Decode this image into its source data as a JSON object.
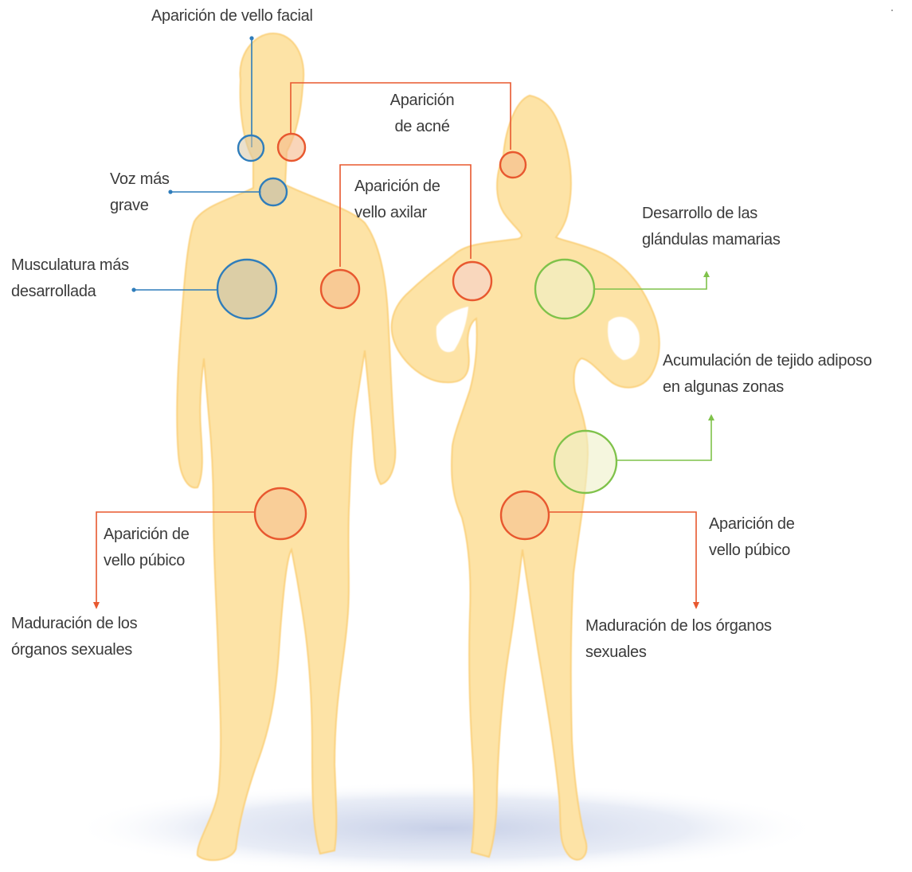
{
  "colors": {
    "background": "#ffffff",
    "silhouette": "#fde3a6",
    "silhouette_edge": "#fbd27f",
    "floor_shadow": "#c9d2e8",
    "male_marker": "#2f7dbb",
    "acne_hair_marker": "#e8582f",
    "female_marker": "#7fc24a",
    "text": "#3b3b3b"
  },
  "figures": {
    "male": "male-silhouette",
    "female": "female-silhouette"
  },
  "labels": {
    "facial_hair": "Aparición de vello facial",
    "acne": [
      "Aparición",
      "de acné"
    ],
    "deeper_voice": [
      "Voz más",
      "grave"
    ],
    "axillary_hair": [
      "Aparición de",
      "vello axilar"
    ],
    "muscles": [
      "Musculatura más",
      "desarrollada"
    ],
    "mammary": [
      "Desarrollo de las",
      "glándulas mamarias"
    ],
    "adipose": [
      "Acumulación de tejido adiposo",
      "en algunas zonas"
    ],
    "pubic_hair_male": [
      "Aparición de",
      "vello púbico"
    ],
    "organs_male": [
      "Maduración de los",
      "órganos sexuales"
    ],
    "pubic_hair_female": [
      "Aparición de",
      "vello púbico"
    ],
    "organs_female": [
      "Maduración de los órganos",
      "sexuales"
    ]
  }
}
